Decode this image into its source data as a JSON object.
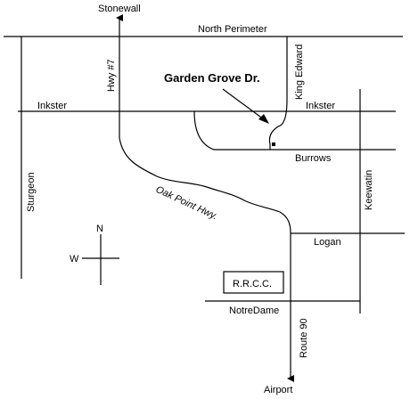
{
  "roads": {
    "north_perimeter": "North Perimeter",
    "inkster_west": "Inkster",
    "inkster_east": "Inkster",
    "king_edward": "King Edward",
    "burrows": "Burrows",
    "sturgeon": "Sturgeon",
    "hwy7": "Hwy #7",
    "oak_point": "Oak Point Hwy.",
    "keewatin": "Keewatin",
    "logan": "Logan",
    "notre_dame": "NotreDame",
    "route90": "Route 90"
  },
  "destinations": {
    "stonewall": "Stonewall",
    "airport": "Airport"
  },
  "callout": {
    "garden_grove": "Garden Grove Dr."
  },
  "landmark": {
    "rrcc": "R.R.C.C."
  },
  "compass": {
    "north": "N",
    "west": "W"
  }
}
